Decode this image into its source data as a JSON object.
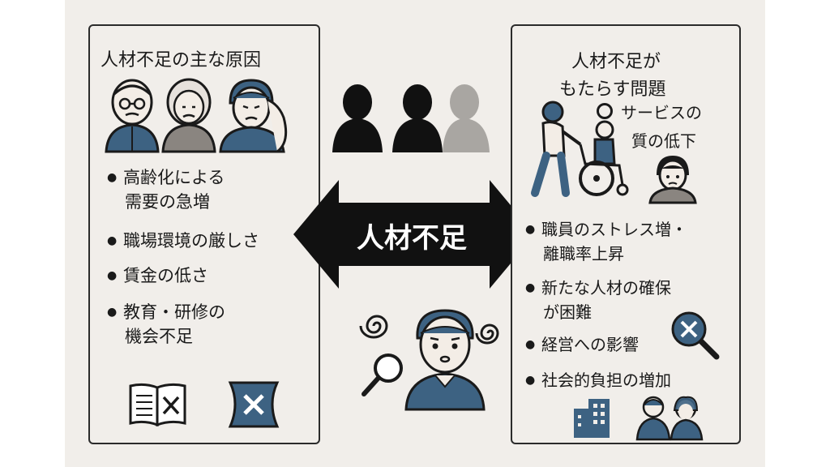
{
  "center": {
    "label": "人材不足"
  },
  "left_panel": {
    "title": "人材不足の主な原因",
    "items": [
      {
        "line1": "高齢化による",
        "line2": "需要の急増"
      },
      {
        "line1": "職場環境の厳しさ",
        "line2": ""
      },
      {
        "line1": "賃金の低さ",
        "line2": ""
      },
      {
        "line1": "教育・研修の",
        "line2": "機会不足"
      }
    ]
  },
  "right_panel": {
    "title_line1": "人材不足が",
    "title_line2": "もたらす問題",
    "service_line1": "サービスの",
    "service_line2": "質の低下",
    "items": [
      {
        "line1": "職員のストレス増・",
        "line2": "離職率上昇"
      },
      {
        "line1": "新たな人材の確保",
        "line2": "が困難"
      },
      {
        "line1": "経営への影響",
        "line2": ""
      },
      {
        "line1": "社会的負担の増加",
        "line2": ""
      }
    ]
  },
  "colors": {
    "accent_blue": "#3d6282",
    "background": "#f1eeea",
    "dark": "#111111",
    "gray_figure": "#a9a6a2"
  },
  "icons": [
    "elderly-couple-icon",
    "worried-man-icon",
    "people-silhouettes-icon",
    "wheelchair-caregiver-icon",
    "sad-person-icon",
    "confused-man-icon",
    "magnifier-icon",
    "spiral-confusion-icon",
    "book-x-icon",
    "hourglass-x-icon",
    "magnifier-x-icon",
    "building-icon",
    "family-icon"
  ]
}
